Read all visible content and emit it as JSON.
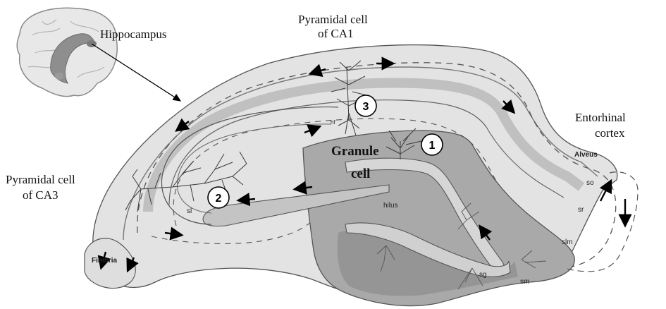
{
  "labels": {
    "hippocampus": "Hippocampus",
    "ca1_line1": "Pyramidal cell",
    "ca1_line2": "of CA1",
    "ca3_line1": "Pyramidal cell",
    "ca3_line2": "of CA3",
    "entorhinal_line1": "Entorhinal",
    "entorhinal_line2": "cortex",
    "granule_line1": "Granule",
    "granule_line2": "cell"
  },
  "region_labels": {
    "alveus": "Alveus",
    "so": "so",
    "sr": "sr",
    "slm": "slm",
    "sm": "sm",
    "hilus": "hilus",
    "sg": "sg",
    "sl": "sl",
    "fimbria": "Fimbria",
    "hf": "hf"
  },
  "markers": [
    "1",
    "2",
    "3"
  ],
  "colors": {
    "outer_tissue": "#e3e3e3",
    "inner_band": "#c8c8c8",
    "dentate": "#a9a9a9",
    "dentate_dark": "#8f8f8f",
    "outline": "#555555",
    "arrow": "#000000"
  }
}
